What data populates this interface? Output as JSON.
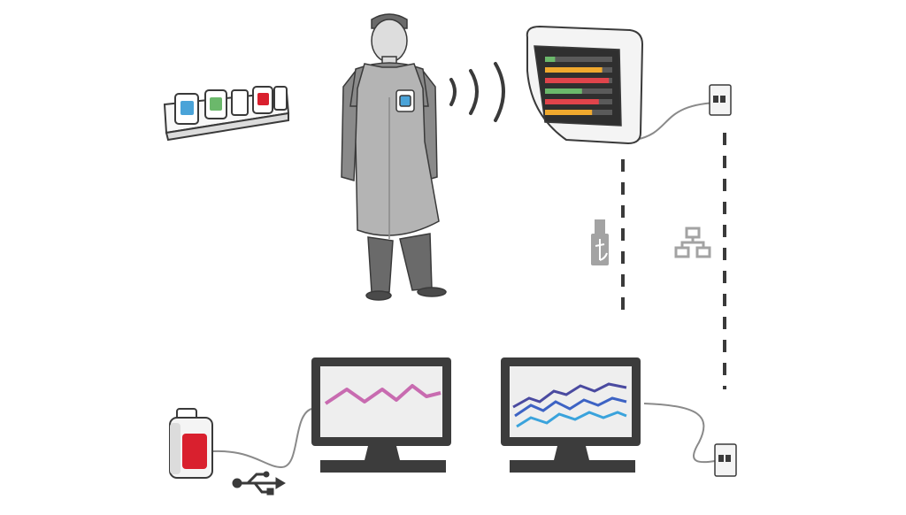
{
  "diagram": {
    "nodes": [
      {
        "id": "badge-rack",
        "icon": "dosimeter-badge-rack-icon",
        "slot_colors": [
          "#4aa3d8",
          "#6bb86b",
          "#d9202e"
        ]
      },
      {
        "id": "clinician",
        "icon": "person-wearing-lead-apron-icon",
        "worn_badge_color": "#4aa3d8"
      },
      {
        "id": "wireless-signal",
        "icon": "wireless-signal-icon"
      },
      {
        "id": "realtime-display",
        "icon": "wall-display-icon",
        "bars": [
          {
            "color": "#6bb86b",
            "level": 0.15
          },
          {
            "color": "#f0a92e",
            "level": 0.85
          },
          {
            "color": "#e0444b",
            "level": 0.95
          },
          {
            "color": "#6bb86b",
            "level": 0.55
          },
          {
            "color": "#e0444b",
            "level": 0.8
          },
          {
            "color": "#f0a92e",
            "level": 0.7
          }
        ]
      },
      {
        "id": "wall-network-jack-top",
        "icon": "ethernet-wall-jack-icon"
      },
      {
        "id": "wall-network-jack-bottom",
        "icon": "ethernet-wall-jack-icon"
      },
      {
        "id": "usb-link",
        "icon": "usb-stick-icon"
      },
      {
        "id": "network-link",
        "icon": "network-topology-icon"
      },
      {
        "id": "dosimeter-device",
        "icon": "personal-dosimeter-icon",
        "indicator_color": "#d9202e"
      },
      {
        "id": "usb-cable",
        "icon": "usb-symbol-icon"
      },
      {
        "id": "workstation-left",
        "icon": "desktop-monitor-icon",
        "trace_color": "#c86bb0"
      },
      {
        "id": "workstation-right",
        "icon": "desktop-monitor-icon",
        "trace_colors": [
          "#4a4aa0",
          "#3d63c4",
          "#3aa3dc"
        ]
      }
    ],
    "colors": {
      "outline": "#3a3a3a",
      "figure": "#9a9a9a",
      "apron": "#b4b4b4",
      "cable": "#8a8a8a",
      "dashed_link": "#3a3a3a",
      "icon_gray": "#a3a3a3",
      "monitor_frame": "#3c3c3c",
      "screen_fill": "#eeeeee"
    }
  }
}
